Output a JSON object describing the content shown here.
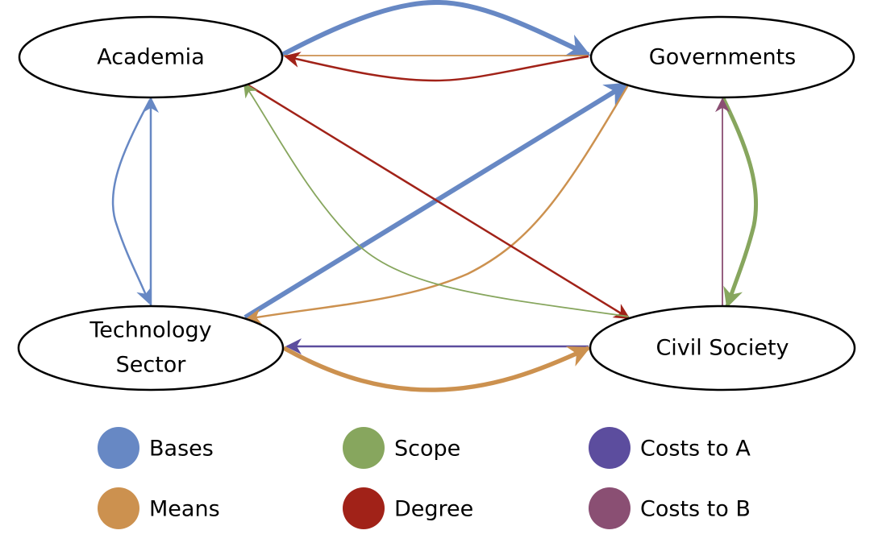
{
  "nodes": {
    "academia": "Academia",
    "governments": "Governments",
    "technology_sector_line1": "Technology",
    "technology_sector_line2": "Sector",
    "civil_society": "Civil Society"
  },
  "colors": {
    "bases": "#6788c4",
    "means": "#cc914f",
    "scope": "#87a65e",
    "degree": "#a12218",
    "costs_to_a": "#5c4d9e",
    "costs_to_b": "#8a4f73"
  },
  "legend": [
    {
      "label": "Bases",
      "key": "bases"
    },
    {
      "label": "Means",
      "key": "means"
    },
    {
      "label": "Scope",
      "key": "scope"
    },
    {
      "label": "Degree",
      "key": "degree"
    },
    {
      "label": "Costs to A",
      "key": "costs_to_a"
    },
    {
      "label": "Costs to B",
      "key": "costs_to_b"
    }
  ],
  "edges": [
    {
      "from": "Academia",
      "to": "Governments",
      "type": "bases",
      "weight": "heavy"
    },
    {
      "from": "Academia",
      "to": "Governments",
      "type": "means",
      "weight": "light"
    },
    {
      "from": "Governments",
      "to": "Academia",
      "type": "degree",
      "weight": "medium"
    },
    {
      "from": "Technology Sector",
      "to": "Academia",
      "type": "bases",
      "weight": "medium"
    },
    {
      "from": "Academia",
      "to": "Technology Sector",
      "type": "bases",
      "weight": "medium"
    },
    {
      "from": "Technology Sector",
      "to": "Governments",
      "type": "bases",
      "weight": "heavy"
    },
    {
      "from": "Governments",
      "to": "Technology Sector",
      "type": "means",
      "weight": "medium"
    },
    {
      "from": "Academia",
      "to": "Civil Society",
      "type": "degree",
      "weight": "medium"
    },
    {
      "from": "Civil Society",
      "to": "Academia",
      "type": "scope",
      "weight": "light"
    },
    {
      "from": "Governments",
      "to": "Civil Society",
      "type": "scope",
      "weight": "heavy"
    },
    {
      "from": "Civil Society",
      "to": "Governments",
      "type": "costs_to_b",
      "weight": "light"
    },
    {
      "from": "Civil Society",
      "to": "Technology Sector",
      "type": "costs_to_a",
      "weight": "medium"
    },
    {
      "from": "Technology Sector",
      "to": "Civil Society",
      "type": "means",
      "weight": "heavy"
    }
  ]
}
